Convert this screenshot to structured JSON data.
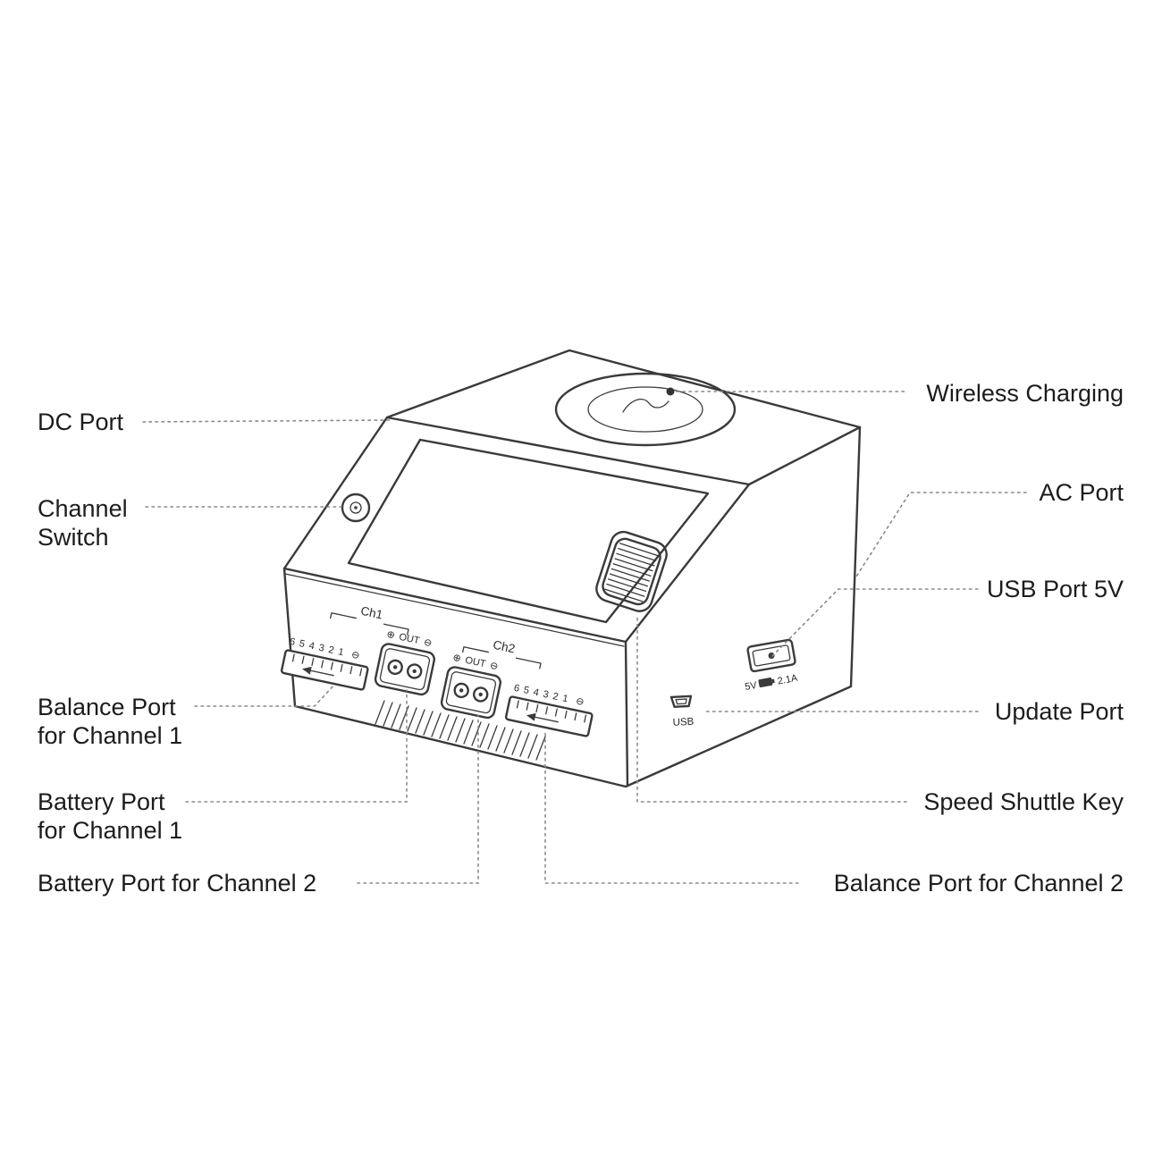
{
  "device": {
    "markings": {
      "ch1": "Ch1",
      "ch2": "Ch2",
      "out": "OUT",
      "plus": "⊕",
      "minus": "⊖",
      "balance_pins": "654321",
      "usb_label": "USB",
      "usb_voltage": "5V",
      "usb_current": "2.1A"
    }
  },
  "callouts": {
    "dc_port": {
      "lines": [
        "DC Port"
      ]
    },
    "channel_switch": {
      "lines": [
        "Channel",
        "Switch"
      ]
    },
    "balance_port_ch1": {
      "lines": [
        "Balance Port",
        "for Channel 1"
      ]
    },
    "battery_port_ch1": {
      "lines": [
        "Battery Port",
        "for Channel 1"
      ]
    },
    "battery_port_ch2": {
      "lines": [
        "Battery Port for Channel 2"
      ]
    },
    "wireless_charging": {
      "lines": [
        "Wireless Charging"
      ]
    },
    "ac_port": {
      "lines": [
        "AC Port"
      ]
    },
    "usb_port_5v": {
      "lines": [
        "USB Port 5V"
      ]
    },
    "update_port": {
      "lines": [
        "Update Port"
      ]
    },
    "speed_shuttle_key": {
      "lines": [
        "Speed Shuttle Key"
      ]
    },
    "balance_port_ch2": {
      "lines": [
        "Balance Port for Channel 2"
      ]
    }
  },
  "colors": {
    "device_line": "#3a3a3a",
    "leader_line": "#8a8a8a",
    "label_text": "#1c1c1c",
    "background": "#ffffff"
  }
}
